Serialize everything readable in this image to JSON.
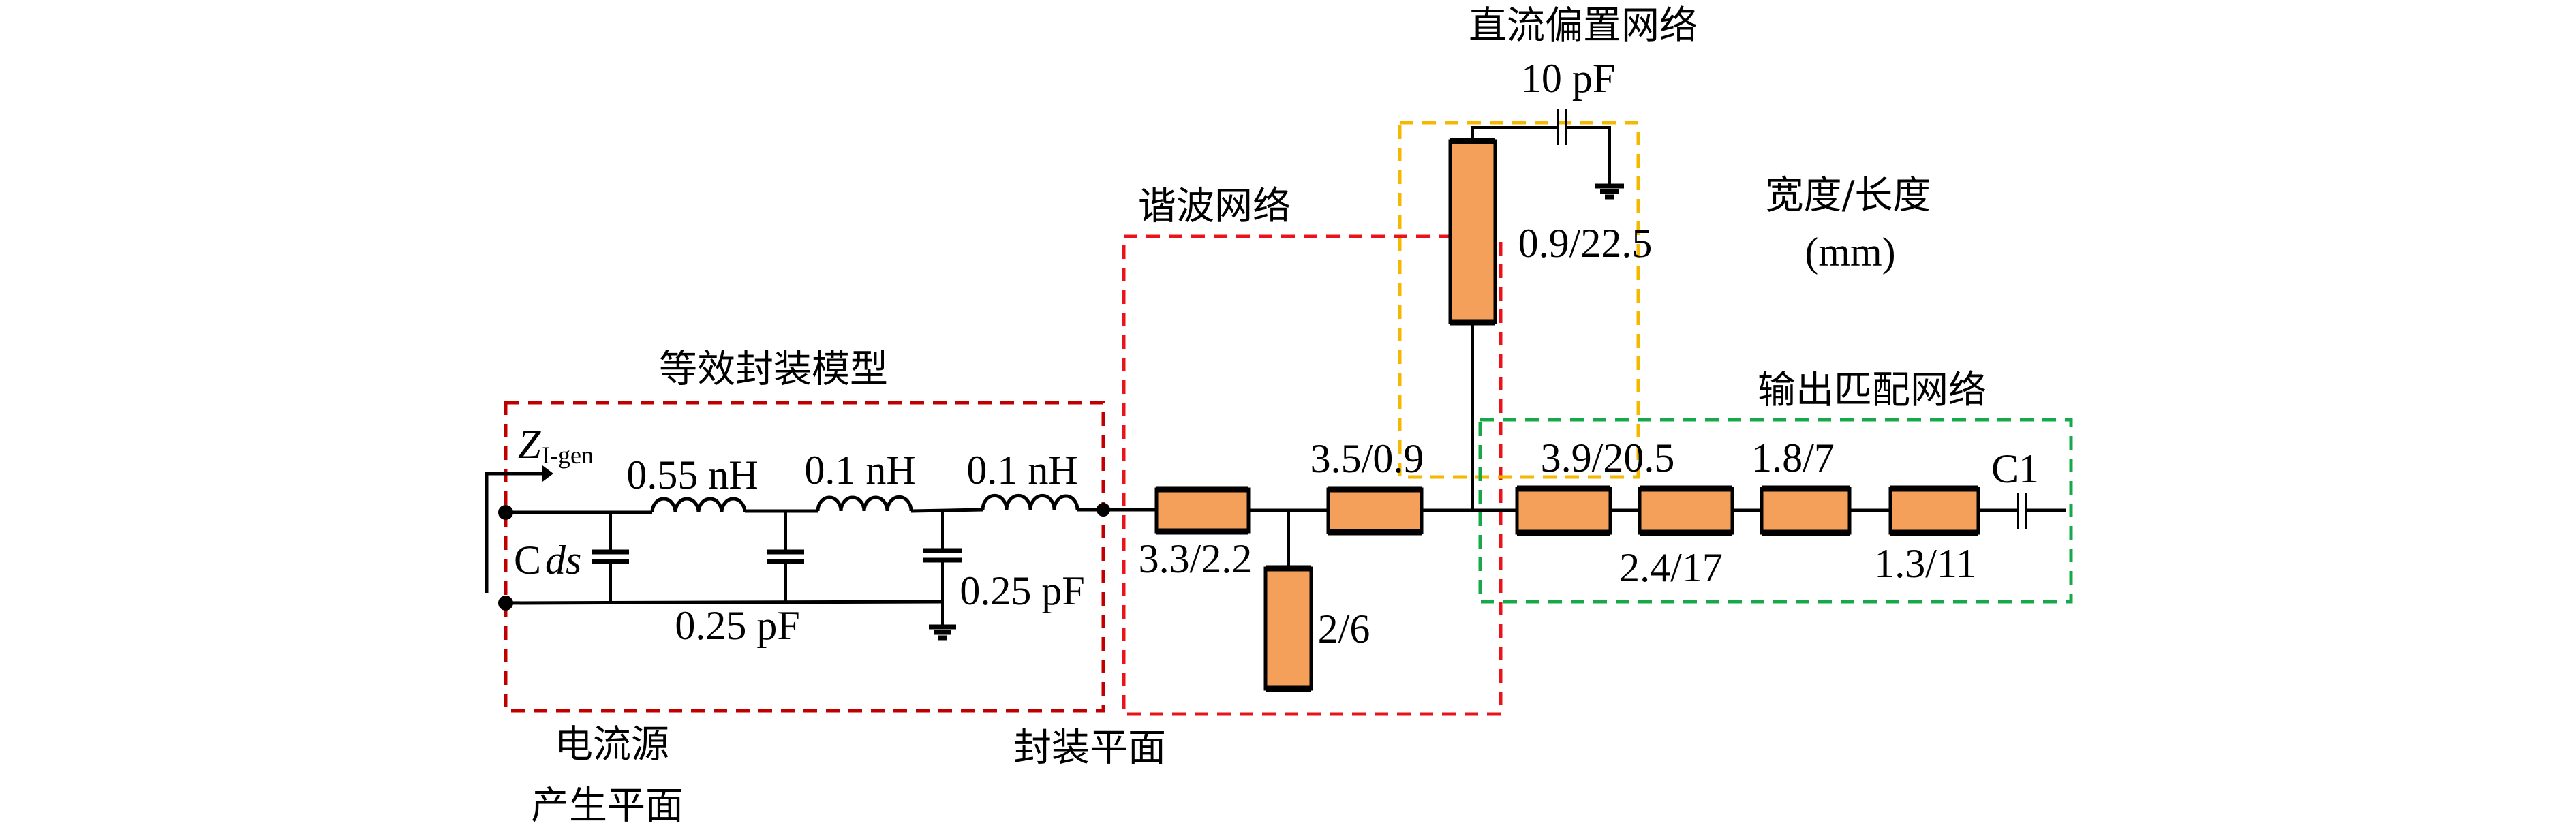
{
  "regions": {
    "package_model": {
      "label": "等效封装模型",
      "color": "#C00000"
    },
    "harmonic_network": {
      "label": "谐波网络",
      "color": "#E8141A"
    },
    "dc_bias_network": {
      "label": "直流偏置网络",
      "color": "#F5B800"
    },
    "output_matching_network": {
      "label": "输出匹配网络",
      "color": "#17A84A"
    }
  },
  "legend": {
    "line1": "宽度/长度",
    "line2": "(mm)"
  },
  "impedance_label": {
    "main": "Z",
    "subscript": "I-gen"
  },
  "package_components": {
    "cds_label_c": "C",
    "cds_label_ds": "ds",
    "inductors": [
      "0.55 nH",
      "0.1 nH",
      "0.1 nH"
    ],
    "cap_bottom_label": "0.25 pF",
    "cap_right_label": "0.25 pF"
  },
  "transmission_lines": {
    "harmonic": [
      {
        "label": "3.3/2.2"
      },
      {
        "label": "2/6"
      },
      {
        "label": "3.5/0.9"
      }
    ],
    "dc_bias": {
      "label": "0.9/22.5",
      "cap_label": "10 pF"
    },
    "output": [
      {
        "label": "3.9/20.5"
      },
      {
        "label": "2.4/17"
      },
      {
        "label": "1.8/7"
      },
      {
        "label": "1.3/11"
      }
    ],
    "output_cap": "C1"
  },
  "planes": {
    "current_source_line1": "电流源",
    "current_source_line2": "产生平面",
    "package_plane": "封装平面"
  },
  "colors": {
    "tl_fill": "#F4A05A"
  }
}
